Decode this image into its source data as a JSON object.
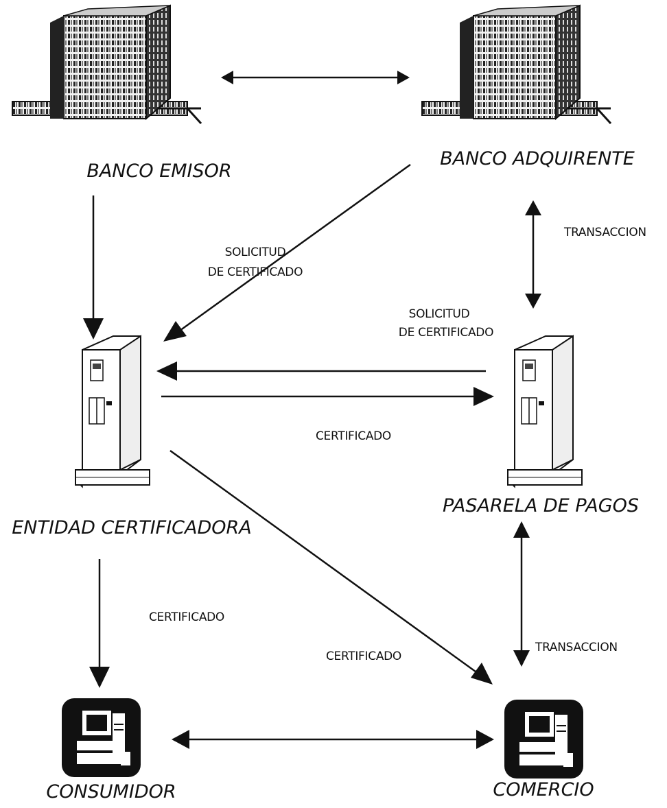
{
  "nodes": {
    "banco_emisor": "BANCO EMISOR",
    "banco_adquirente": "BANCO ADQUIRENTE",
    "entidad_certificadora": "ENTIDAD CERTIFICADORA",
    "pasarela_de_pagos": "PASARELA DE PAGOS",
    "consumidor": "CONSUMIDOR",
    "comercio": "COMERCIO"
  },
  "labels": {
    "solicitud_1_line1": "SOLICITUD",
    "solicitud_1_line2": "DE CERTIFICADO",
    "solicitud_2_line1": "SOLICITUD",
    "solicitud_2_line2": "DE CERTIFICADO",
    "transaccion_top": "TRANSACCION",
    "transaccion_bottom": "TRANSACCION",
    "certificado_mid": "CERTIFICADO",
    "certificado_left": "CERTIFICADO",
    "certificado_diag": "CERTIFICADO"
  },
  "icons": {
    "bank": "bank-building-icon",
    "server": "server-tower-icon",
    "computer": "computer-terminal-icon"
  },
  "colors": {
    "ink": "#111111",
    "paper": "#ffffff"
  }
}
